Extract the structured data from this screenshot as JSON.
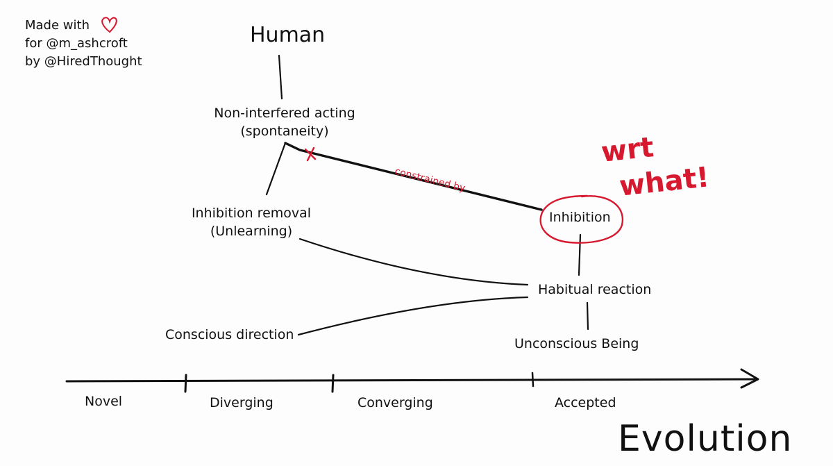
{
  "credit": {
    "line1": "Made with",
    "line2": "for @m_ashcroft",
    "line3": "by @HiredThought"
  },
  "icons": {
    "heart": "heart-icon",
    "cross": "x-mark-icon",
    "arrow": "arrowhead-icon"
  },
  "colors": {
    "ink": "#111111",
    "accent_red": "#d7192f"
  },
  "nodes": {
    "human": "Human",
    "non_interfered_1": "Non-interfered acting",
    "non_interfered_2": "(spontaneity)",
    "inhibition_removal_1": "Inhibition removal",
    "inhibition_removal_2": "(Unlearning)",
    "inhibition": "Inhibition",
    "habitual_reaction": "Habitual reaction",
    "conscious_direction": "Conscious direction",
    "unconscious_being": "Unconscious Being"
  },
  "edge_label": "constrained by",
  "annotation": {
    "line1": "wrt",
    "line2": "what!"
  },
  "axis": {
    "stages": [
      "Novel",
      "Diverging",
      "Converging",
      "Accepted"
    ],
    "title": "Evolution"
  }
}
